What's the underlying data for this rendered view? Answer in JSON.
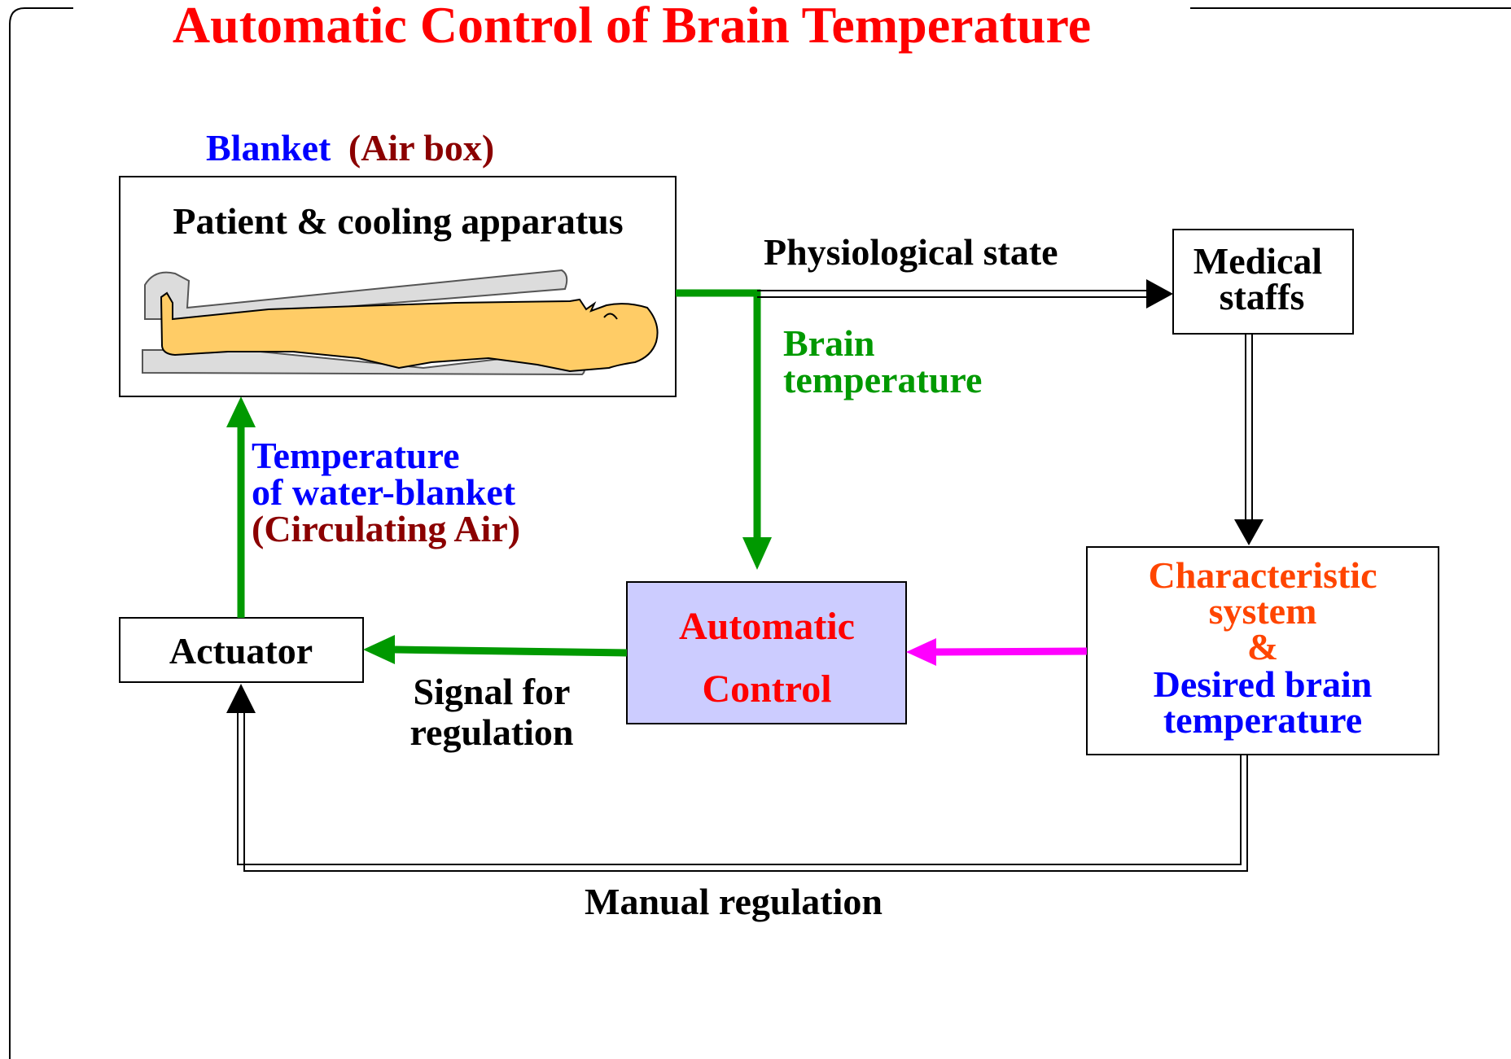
{
  "title": "Automatic Control of Brain Temperature",
  "blanket_label": {
    "main": "Blanket",
    "paren": "(Air box)"
  },
  "nodes": {
    "patient": "Patient & cooling apparatus",
    "medical": {
      "line1": "Medical",
      "line2": "staffs"
    },
    "characteristic": {
      "line1": "Characteristic",
      "line2": "system",
      "line3": "&",
      "line4": "Desired brain",
      "line5": "temperature"
    },
    "automatic": {
      "line1": "Automatic",
      "line2": "Control"
    },
    "actuator": "Actuator"
  },
  "edges": {
    "physiological_state": "Physiological state",
    "brain_temperature": {
      "line1": "Brain",
      "line2": "temperature"
    },
    "water_blanket": {
      "line1": "Temperature",
      "line2": "of water-blanket",
      "line3": "(Circulating Air)"
    },
    "signal": {
      "line1": "Signal for",
      "line2": "regulation"
    },
    "manual": "Manual regulation"
  },
  "colors": {
    "title": "#ff0000",
    "blue_text": "#0000ff",
    "maroon_text": "#8b0000",
    "green": "#009900",
    "magenta": "#ff00ff",
    "orange_text": "#ff4500",
    "control_fill": "#ccccff",
    "body_fill": "#ffcc66"
  }
}
